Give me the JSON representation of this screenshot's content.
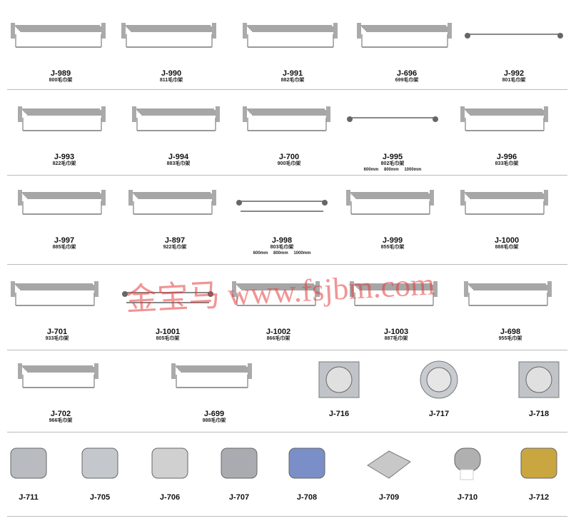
{
  "watermark": {
    "brand": "金宝马",
    "url": "www.fsjbm.com",
    "color": "#e63c3c"
  },
  "rows": [
    {
      "items": [
        {
          "code": "J-989",
          "desc": "800毛巾架",
          "kind": "rack"
        },
        {
          "code": "J-990",
          "desc": "811毛巾架",
          "kind": "rack"
        },
        {
          "code": "J-991",
          "desc": "882毛巾架",
          "kind": "rack"
        },
        {
          "code": "J-696",
          "desc": "699毛巾架",
          "kind": "rack"
        },
        {
          "code": "J-992",
          "desc": "801毛巾架",
          "kind": "bar"
        }
      ]
    },
    {
      "items": [
        {
          "code": "J-993",
          "desc": "822毛巾架",
          "kind": "rack"
        },
        {
          "code": "J-994",
          "desc": "883毛巾架",
          "kind": "rack"
        },
        {
          "code": "J-700",
          "desc": "900毛巾架",
          "kind": "rack"
        },
        {
          "code": "J-995",
          "desc": "802毛巾架",
          "sizes": "600mm 800mm 1000mm",
          "kind": "bar"
        },
        {
          "code": "J-996",
          "desc": "833毛巾架",
          "kind": "rack"
        }
      ]
    },
    {
      "items": [
        {
          "code": "J-997",
          "desc": "885毛巾架",
          "kind": "rack"
        },
        {
          "code": "J-897",
          "desc": "922毛巾架",
          "kind": "rack"
        },
        {
          "code": "J-998",
          "desc": "803毛巾架",
          "sizes": "600mm 800mm 1000mm",
          "kind": "bar2"
        },
        {
          "code": "J-999",
          "desc": "855毛巾架",
          "kind": "rack"
        },
        {
          "code": "J-1000",
          "desc": "888毛巾架",
          "kind": "rack"
        }
      ]
    },
    {
      "items": [
        {
          "code": "J-701",
          "desc": "933毛巾架",
          "kind": "rack"
        },
        {
          "code": "J-1001",
          "desc": "805毛巾架",
          "kind": "bar2"
        },
        {
          "code": "J-1002",
          "desc": "866毛巾架",
          "kind": "rack"
        },
        {
          "code": "J-1003",
          "desc": "887毛巾架",
          "kind": "rack"
        },
        {
          "code": "J-698",
          "desc": "955毛巾架",
          "kind": "rack"
        }
      ]
    },
    {
      "items": [
        {
          "code": "J-702",
          "desc": "966毛巾架",
          "kind": "rack"
        },
        {
          "code": "J-699",
          "desc": "988毛巾架",
          "kind": "rack"
        },
        {
          "code": "J-716",
          "kind": "drain-square"
        },
        {
          "code": "J-717",
          "kind": "drain-round"
        },
        {
          "code": "J-718",
          "kind": "drain-square"
        }
      ]
    },
    {
      "items": [
        {
          "code": "J-711",
          "kind": "holder",
          "color": "#b8bcc0"
        },
        {
          "code": "J-705",
          "kind": "holder",
          "color": "#c4c8cc"
        },
        {
          "code": "J-706",
          "kind": "holder",
          "color": "#d0d0d0"
        },
        {
          "code": "J-707",
          "kind": "holder",
          "color": "#a8acb0"
        },
        {
          "code": "J-708",
          "kind": "holder",
          "color": "#7a8fc8"
        },
        {
          "code": "J-709",
          "kind": "tray",
          "color": "#c8c8c8"
        },
        {
          "code": "J-710",
          "kind": "holder-round",
          "color": "#b0b0b0"
        },
        {
          "code": "J-712",
          "kind": "holder",
          "color": "#c9a640"
        }
      ]
    }
  ]
}
